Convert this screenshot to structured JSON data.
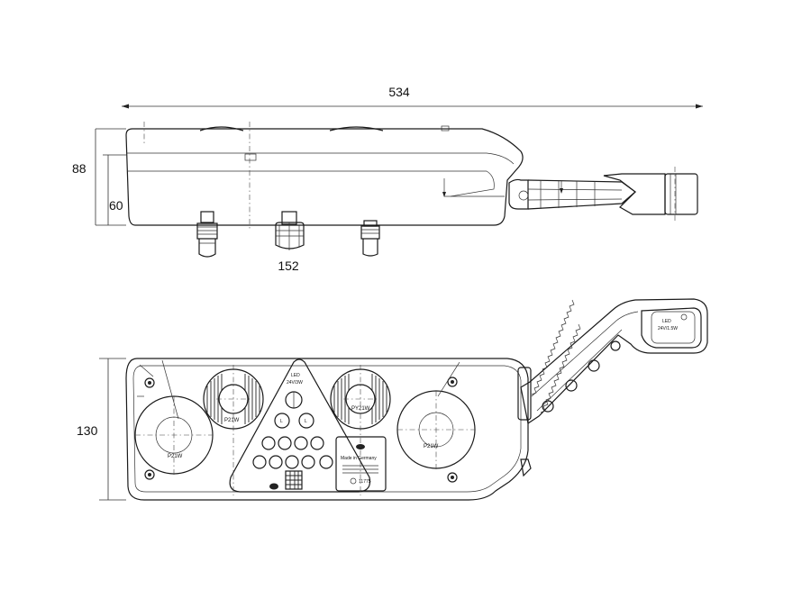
{
  "dimensions": {
    "overall_length": "534",
    "height_total": "88",
    "height_body": "60",
    "connector_spacing": "152",
    "front_height": "130"
  },
  "lamp_labels": {
    "left_round": "P21W",
    "upper_left_ring": "P21W",
    "upper_right_ring": "PY21W",
    "right_round": "P21W",
    "triangle_top": "LED",
    "triangle_voltage": "24V/3W",
    "marker_label": "LED",
    "marker_voltage": "24V/1.5W"
  },
  "plate": {
    "made_in": "Made in Germany",
    "code": "11775"
  }
}
